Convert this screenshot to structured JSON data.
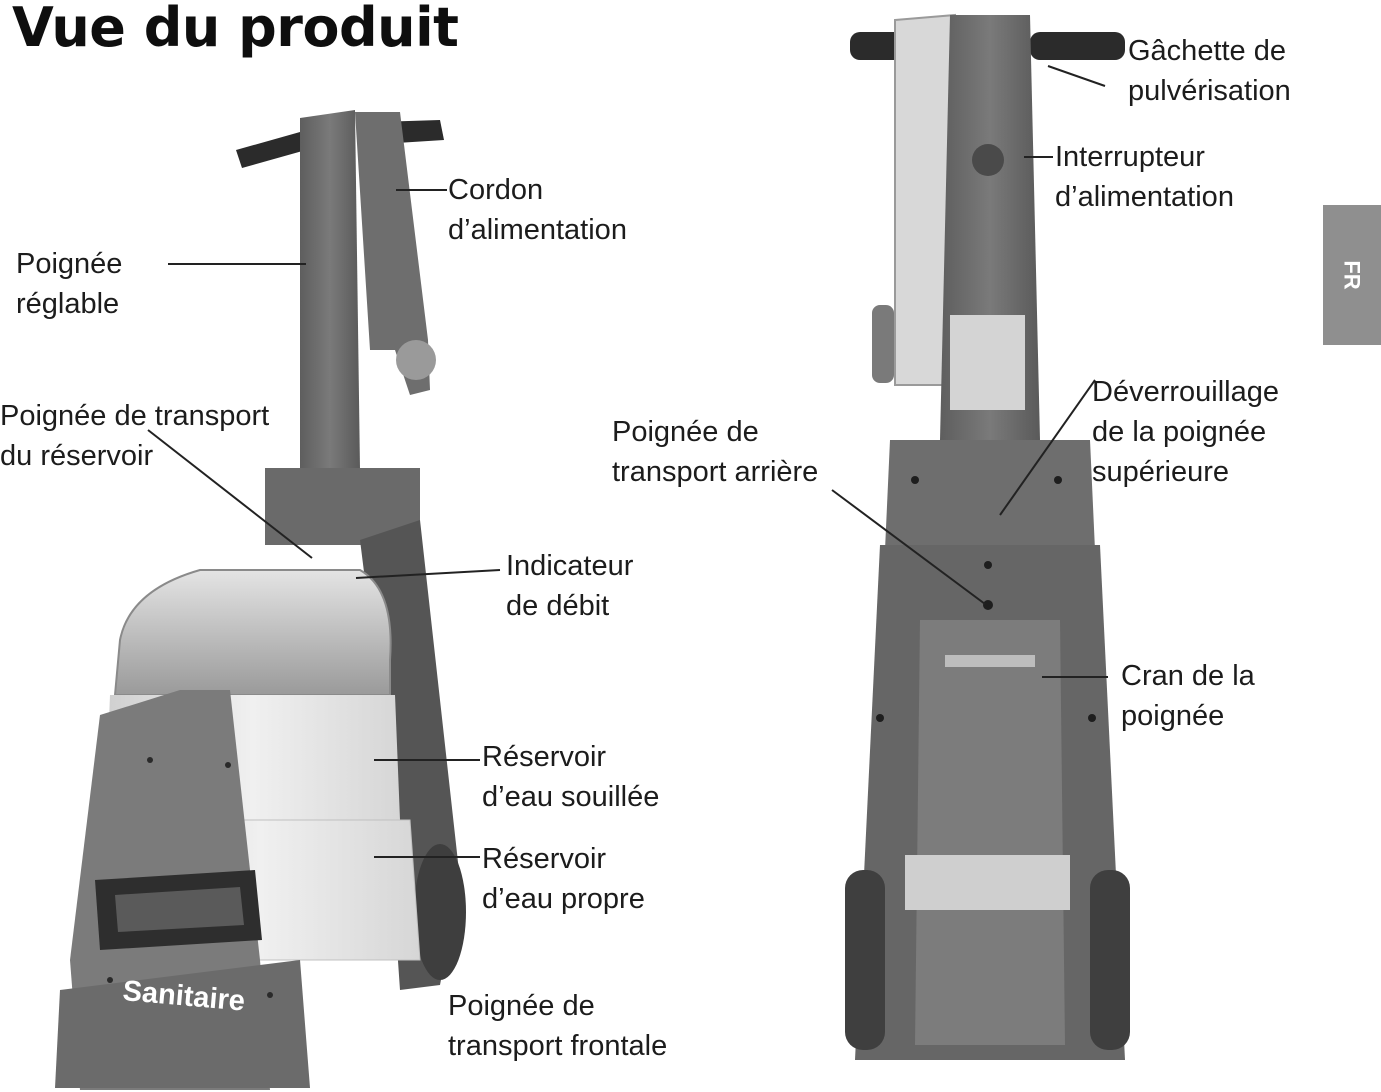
{
  "page": {
    "title": "Vue du produit",
    "lang_tab": "FR"
  },
  "front_view": {
    "brand": "Sanitaire",
    "labels": {
      "power_cord": [
        "Cordon",
        "d’alimentation"
      ],
      "adjustable_handle": [
        "Poignée",
        "réglable"
      ],
      "tank_carry_handle": [
        "Poignée de transport",
        "du réservoir"
      ],
      "flow_indicator": [
        "Indicateur",
        "de débit"
      ],
      "dirty_water_tank": [
        "Réservoir",
        "d’eau souillée"
      ],
      "clean_water_tank": [
        "Réservoir",
        "d’eau propre"
      ],
      "front_carry_handle": [
        "Poignée de",
        "transport frontale"
      ]
    }
  },
  "rear_view": {
    "labels": {
      "spray_trigger": [
        "Gâchette de",
        "pulvérisation"
      ],
      "power_switch": [
        "Interrupteur",
        "d’alimentation"
      ],
      "upper_handle_release": [
        "Déverrouillage",
        "de la poignée",
        "supérieure"
      ],
      "rear_carry_handle": [
        "Poignée de",
        "transport arrière"
      ],
      "handle_notch": [
        "Cran de la",
        "poignée"
      ]
    }
  }
}
